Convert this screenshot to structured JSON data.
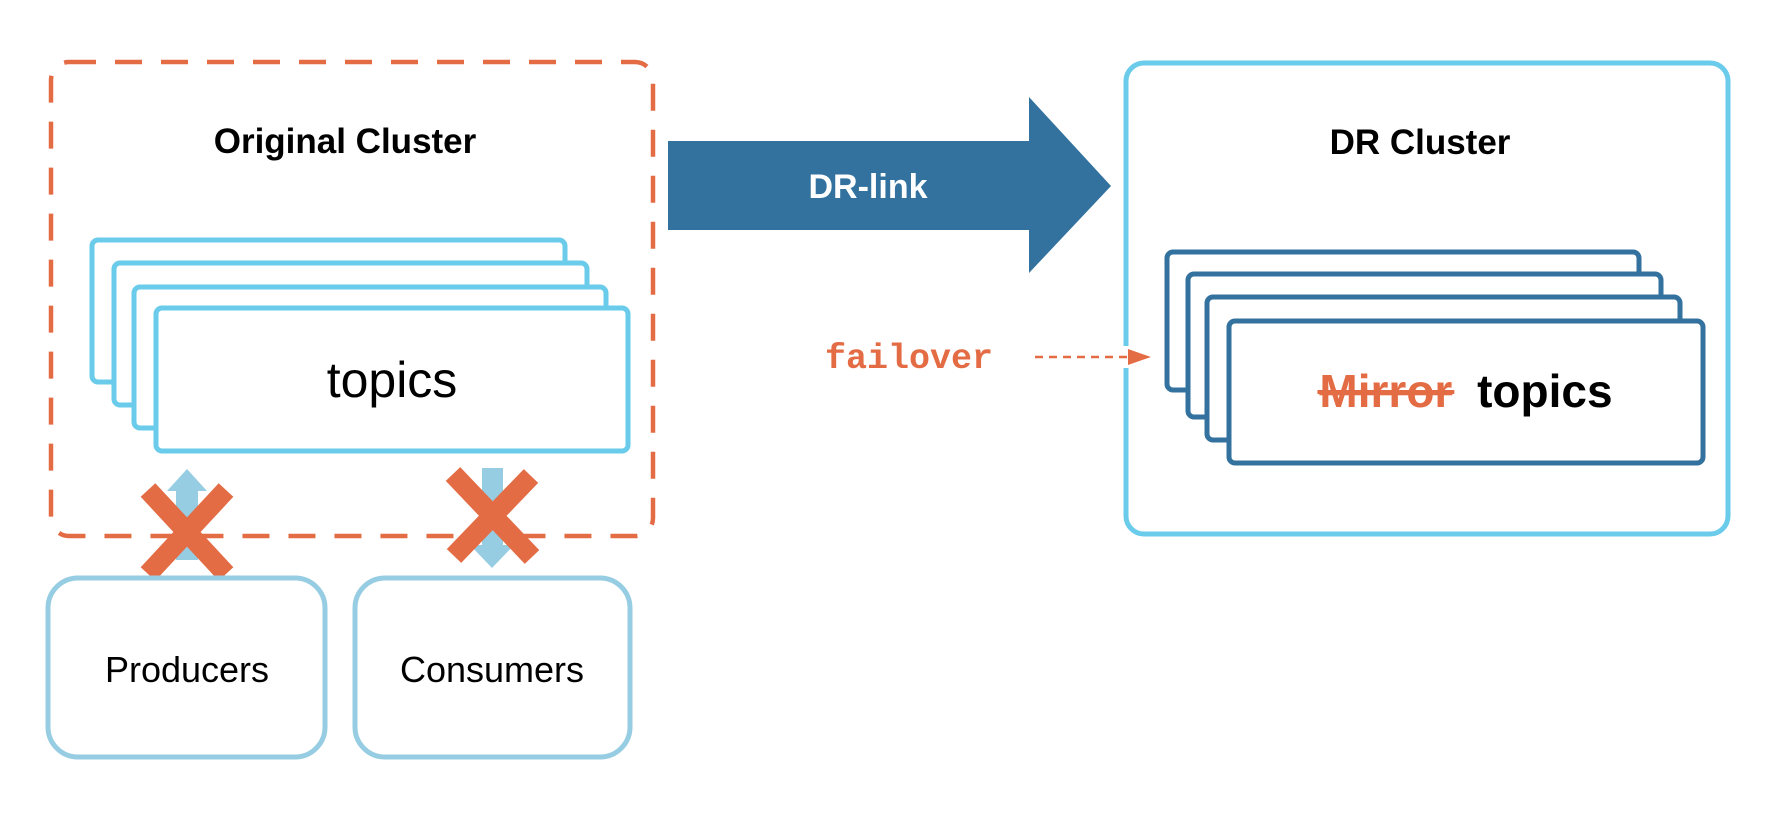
{
  "colors": {
    "orange": "#E46C45",
    "light_blue": "#6ACBEA",
    "pale_blue": "#97CDE2",
    "dark_blue": "#33729E",
    "text": "#000000",
    "white": "#FFFFFF"
  },
  "original_cluster": {
    "title": "Original Cluster",
    "border_style": "dashed",
    "topics_label": "topics",
    "topic_card_count": 4
  },
  "dr_link": {
    "label": "DR-link",
    "direction": "right"
  },
  "failover": {
    "label": "failover",
    "arrow_style": "dashed"
  },
  "dr_cluster": {
    "title": "DR Cluster",
    "border_style": "solid",
    "topics_struck_prefix": "Mirror",
    "topics_label": "topics",
    "topic_card_count": 4
  },
  "clients": [
    {
      "label": "Producers",
      "arrow_direction": "up",
      "blocked": true
    },
    {
      "label": "Consumers",
      "arrow_direction": "down",
      "blocked": true
    }
  ]
}
